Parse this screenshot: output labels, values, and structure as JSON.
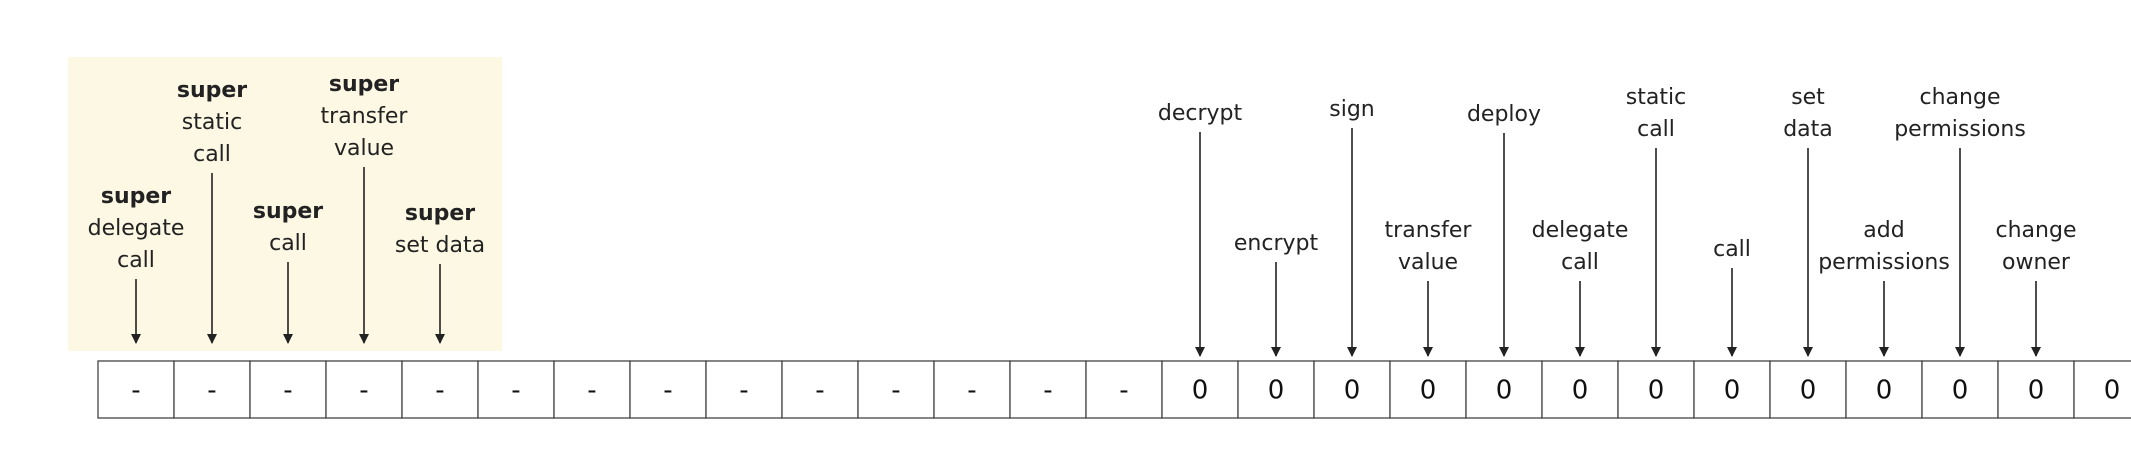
{
  "super_region_color": "#fcf8e3",
  "cells": [
    "-",
    "-",
    "-",
    "-",
    "-",
    "-",
    "-",
    "-",
    "-",
    "-",
    "-",
    "-",
    "-",
    "-",
    "0",
    "0",
    "0",
    "0",
    "0",
    "0",
    "0",
    "0",
    "0",
    "0",
    "0",
    "0",
    "0"
  ],
  "labels": [
    {
      "cell": 0,
      "lines": [
        {
          "t": "super",
          "b": true
        },
        {
          "t": "delegate"
        },
        {
          "t": "call"
        }
      ]
    },
    {
      "cell": 1,
      "lines": [
        {
          "t": "super",
          "b": true
        },
        {
          "t": "static"
        },
        {
          "t": "call"
        }
      ]
    },
    {
      "cell": 2,
      "lines": [
        {
          "t": "super",
          "b": true
        },
        {
          "t": "call"
        }
      ]
    },
    {
      "cell": 3,
      "lines": [
        {
          "t": "super",
          "b": true
        },
        {
          "t": "transfer"
        },
        {
          "t": "value"
        }
      ]
    },
    {
      "cell": 4,
      "lines": [
        {
          "t": "super",
          "b": true
        },
        {
          "t": "set data"
        }
      ]
    },
    {
      "cell": 14,
      "lines": [
        {
          "t": "decrypt"
        }
      ]
    },
    {
      "cell": 15,
      "lines": [
        {
          "t": "encrypt"
        }
      ]
    },
    {
      "cell": 16,
      "lines": [
        {
          "t": "sign"
        }
      ]
    },
    {
      "cell": 17,
      "lines": [
        {
          "t": "transfer"
        },
        {
          "t": "value"
        }
      ]
    },
    {
      "cell": 18,
      "lines": [
        {
          "t": "deploy"
        }
      ]
    },
    {
      "cell": 19,
      "lines": [
        {
          "t": "delegate"
        },
        {
          "t": "call"
        }
      ]
    },
    {
      "cell": 20,
      "lines": [
        {
          "t": "static"
        },
        {
          "t": "call"
        }
      ]
    },
    {
      "cell": 21,
      "lines": [
        {
          "t": "call"
        }
      ]
    },
    {
      "cell": 22,
      "lines": [
        {
          "t": "set"
        },
        {
          "t": "data"
        }
      ]
    },
    {
      "cell": 23,
      "lines": [
        {
          "t": "add"
        },
        {
          "t": "permissions"
        }
      ]
    },
    {
      "cell": 24,
      "lines": [
        {
          "t": "change"
        },
        {
          "t": "permissions"
        }
      ]
    },
    {
      "cell": 25,
      "lines": [
        {
          "t": "change"
        },
        {
          "t": "owner"
        }
      ]
    }
  ]
}
